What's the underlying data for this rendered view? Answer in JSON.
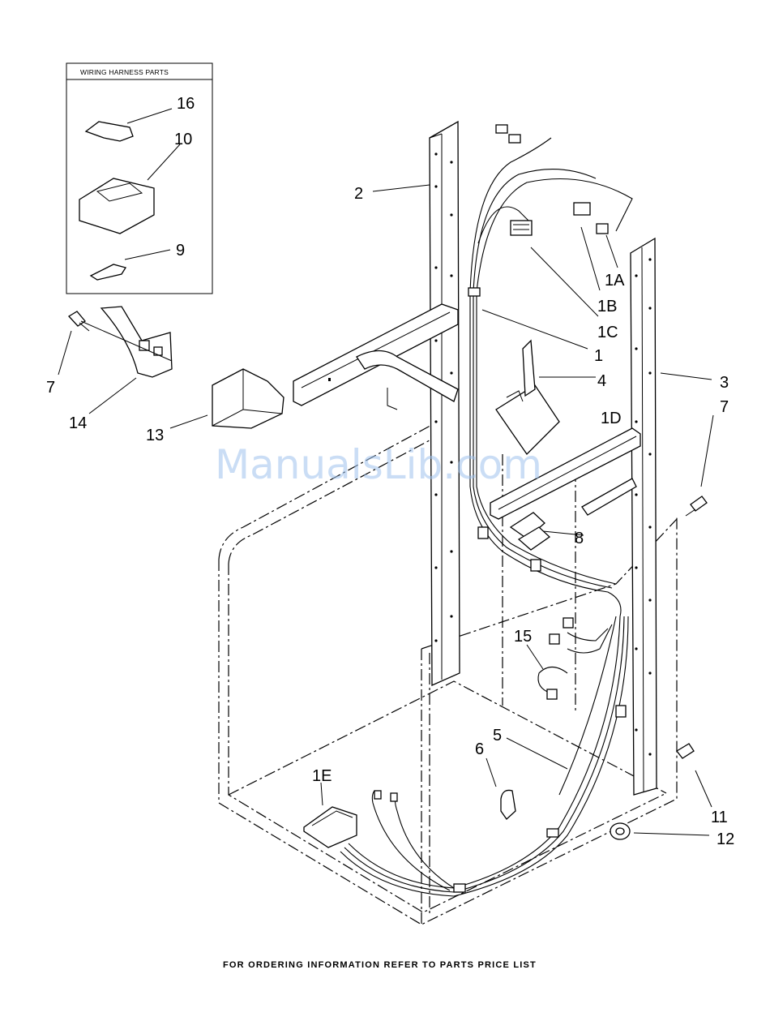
{
  "inset": {
    "title": "WIRING HARNESS PARTS"
  },
  "callouts": {
    "c16": "16",
    "c10": "10",
    "c9": "9",
    "c7a": "7",
    "c14": "14",
    "c13": "13",
    "c2": "2",
    "c1a": "1A",
    "c1b": "1B",
    "c1c": "1C",
    "c1": "1",
    "c4": "4",
    "c3": "3",
    "c7b": "7",
    "c1d": "1D",
    "c8": "8",
    "c15": "15",
    "c5": "5",
    "c6": "6",
    "c1e": "1E",
    "c11": "11",
    "c12": "12"
  },
  "watermark": "ManualsLib.com",
  "footer": "FOR ORDERING INFORMATION REFER TO PARTS PRICE LIST"
}
